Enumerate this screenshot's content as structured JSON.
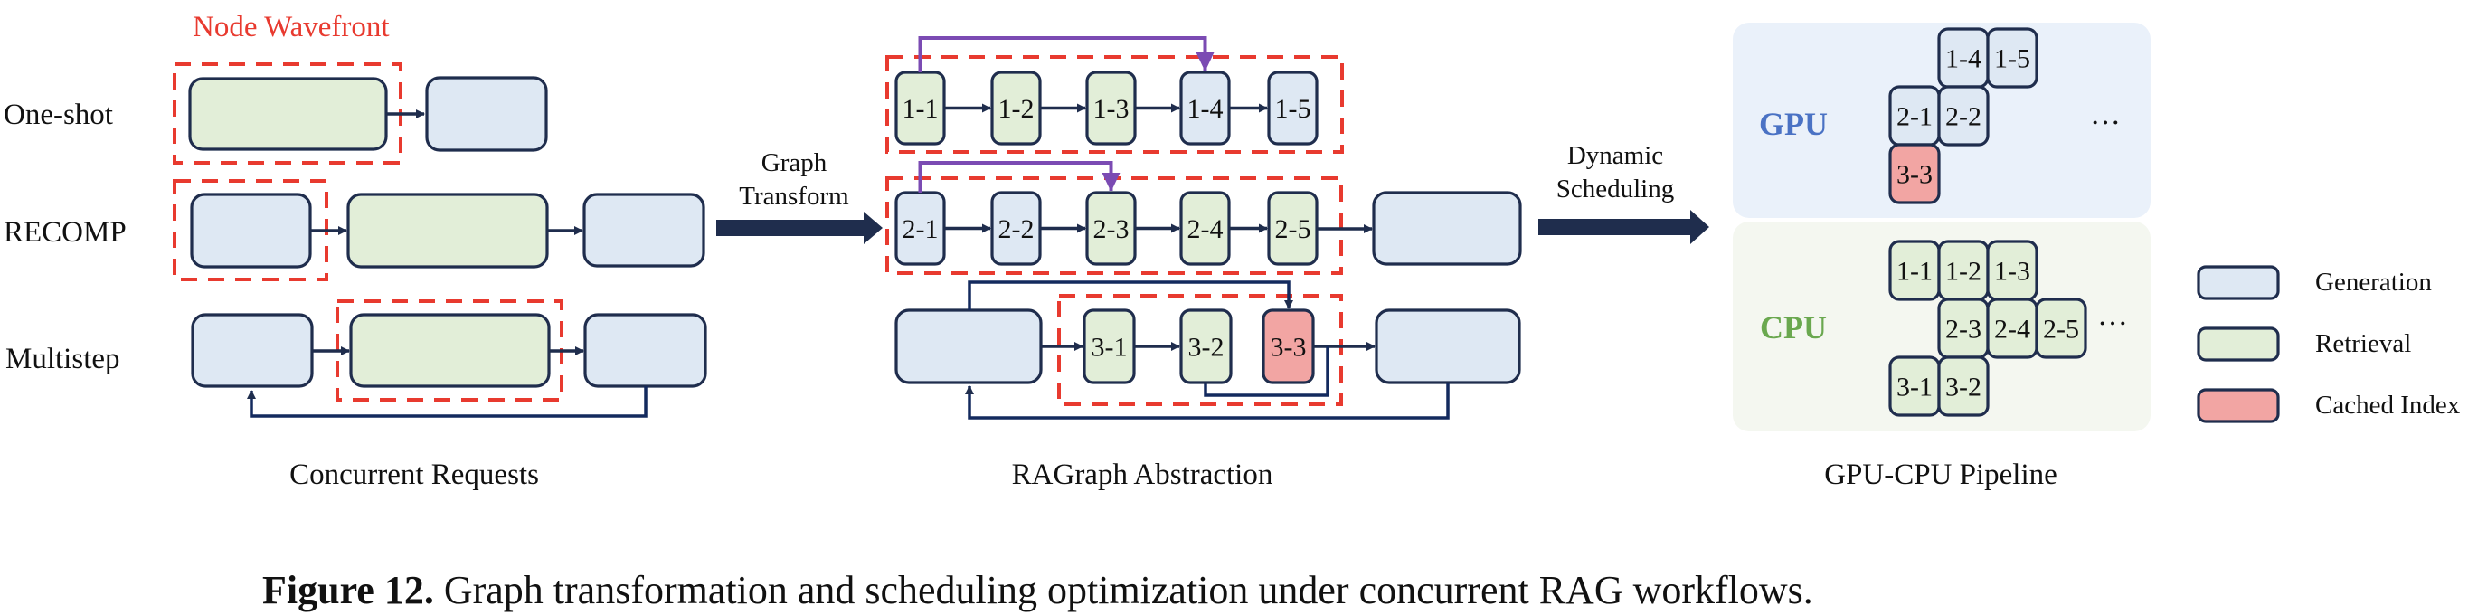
{
  "figure": {
    "caption_label": "Figure 12.",
    "caption_text": " Graph transformation and scheduling optimization under concurrent RAG workflows."
  },
  "colors": {
    "generation": "#DEE8F3",
    "retrieval": "#E2EED8",
    "cached_index": "#F2A5A3",
    "node_border": "#1F2D4D",
    "wavefront": "#E83A2F",
    "skip_edge": "#7B4BB3",
    "gpu_panel": "#EAF1FA",
    "cpu_panel": "#F4F7F0",
    "gpu_label": "#4A72C4",
    "cpu_label": "#6AA84F"
  },
  "concurrent_requests": {
    "title": "Concurrent Requests",
    "wavefront_label": "Node Wavefront",
    "rows": [
      {
        "label": "One-shot",
        "nodes": [
          "retrieval",
          "generation"
        ]
      },
      {
        "label": "RECOMP",
        "nodes": [
          "generation",
          "retrieval",
          "generation"
        ]
      },
      {
        "label": "Multistep",
        "nodes": [
          "generation",
          "retrieval",
          "generation"
        ],
        "feedback": true
      }
    ]
  },
  "transform_arrow": {
    "line1": "Graph",
    "line2": "Transform"
  },
  "ragraph": {
    "title": "RAGraph Abstraction",
    "rows": [
      {
        "nodes": [
          {
            "id": "1-1",
            "type": "retrieval"
          },
          {
            "id": "1-2",
            "type": "retrieval"
          },
          {
            "id": "1-3",
            "type": "retrieval"
          },
          {
            "id": "1-4",
            "type": "generation"
          },
          {
            "id": "1-5",
            "type": "generation"
          }
        ],
        "skip_edge": [
          "1-1",
          "1-4"
        ]
      },
      {
        "nodes": [
          {
            "id": "2-1",
            "type": "generation"
          },
          {
            "id": "2-2",
            "type": "generation"
          },
          {
            "id": "2-3",
            "type": "retrieval"
          },
          {
            "id": "2-4",
            "type": "retrieval"
          },
          {
            "id": "2-5",
            "type": "retrieval"
          }
        ],
        "skip_edge": [
          "2-1",
          "2-3"
        ]
      },
      {
        "nodes": [
          {
            "id": "3-1",
            "type": "retrieval"
          },
          {
            "id": "3-2",
            "type": "retrieval"
          },
          {
            "id": "3-3",
            "type": "cached_index"
          }
        ]
      }
    ]
  },
  "schedule_arrow": {
    "line1": "Dynamic",
    "line2": "Scheduling"
  },
  "pipeline": {
    "title": "GPU-CPU Pipeline",
    "gpu": {
      "label": "GPU",
      "rows": [
        [
          null,
          "1-4",
          "1-5"
        ],
        [
          "2-1",
          "2-2"
        ],
        [
          "3-3"
        ]
      ],
      "ellipsis": "···"
    },
    "cpu": {
      "label": "CPU",
      "rows": [
        [
          "1-1",
          "1-2",
          "1-3"
        ],
        [
          null,
          "2-3",
          "2-4",
          "2-5"
        ],
        [
          "3-1",
          "3-2"
        ]
      ],
      "ellipsis": "···"
    }
  },
  "legend": [
    {
      "key": "generation",
      "label": "Generation"
    },
    {
      "key": "retrieval",
      "label": "Retrieval"
    },
    {
      "key": "cached_index",
      "label": "Cached Index"
    }
  ]
}
